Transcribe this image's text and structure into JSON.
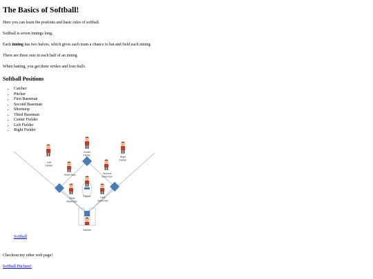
{
  "page": {
    "title": "The Basics of Softball!",
    "intro": "Here you can learn the postions and basic rules of softball.",
    "innings": "Softball is seven innings long.",
    "halves": {
      "before": "Each ",
      "bold": "inning",
      "after": " has two halves, which gives each team a chance to bat and field each inning."
    },
    "outs": "There are three outs in each half of an inning",
    "batting": {
      "before": "When batting, you get three ",
      "strikes": "strikes",
      "middle": " and four ",
      "balls": "balls",
      "after": "."
    }
  },
  "positions": {
    "heading": "Softball Positions",
    "items": [
      "Catcher",
      "Pitcher",
      "First Baseman",
      "Second Baseman",
      "Shortstop",
      "Third Baseman",
      "Center Fielder",
      "Left Fielder",
      "Right Fielder"
    ]
  },
  "diagram": {
    "labels": {
      "center_fielder": [
        "Center",
        "Fielder"
      ],
      "left_fielder": [
        "Left",
        "Fielder"
      ],
      "right_fielder": [
        "Right",
        "Fielder"
      ],
      "short_stop": [
        "Short Stop"
      ],
      "second_baseman": [
        "Second",
        "Baseman"
      ],
      "pitcher": [
        "Pitcher"
      ],
      "third_baseman": [
        "Third",
        "Baseman"
      ],
      "first_baseman": [
        "First",
        "Baseman"
      ],
      "catcher": [
        "Catcher"
      ]
    },
    "colors": {
      "base": "#4a7bb7",
      "lines": "#b8c4d6",
      "jersey": "#c23a2a",
      "skin": "#e8b98a",
      "hair": "#6b3a1e"
    }
  },
  "links": {
    "softball": "Softball",
    "other_page_note": "Checkout my other web page!",
    "pitchers": "Softball Pitchers!"
  }
}
